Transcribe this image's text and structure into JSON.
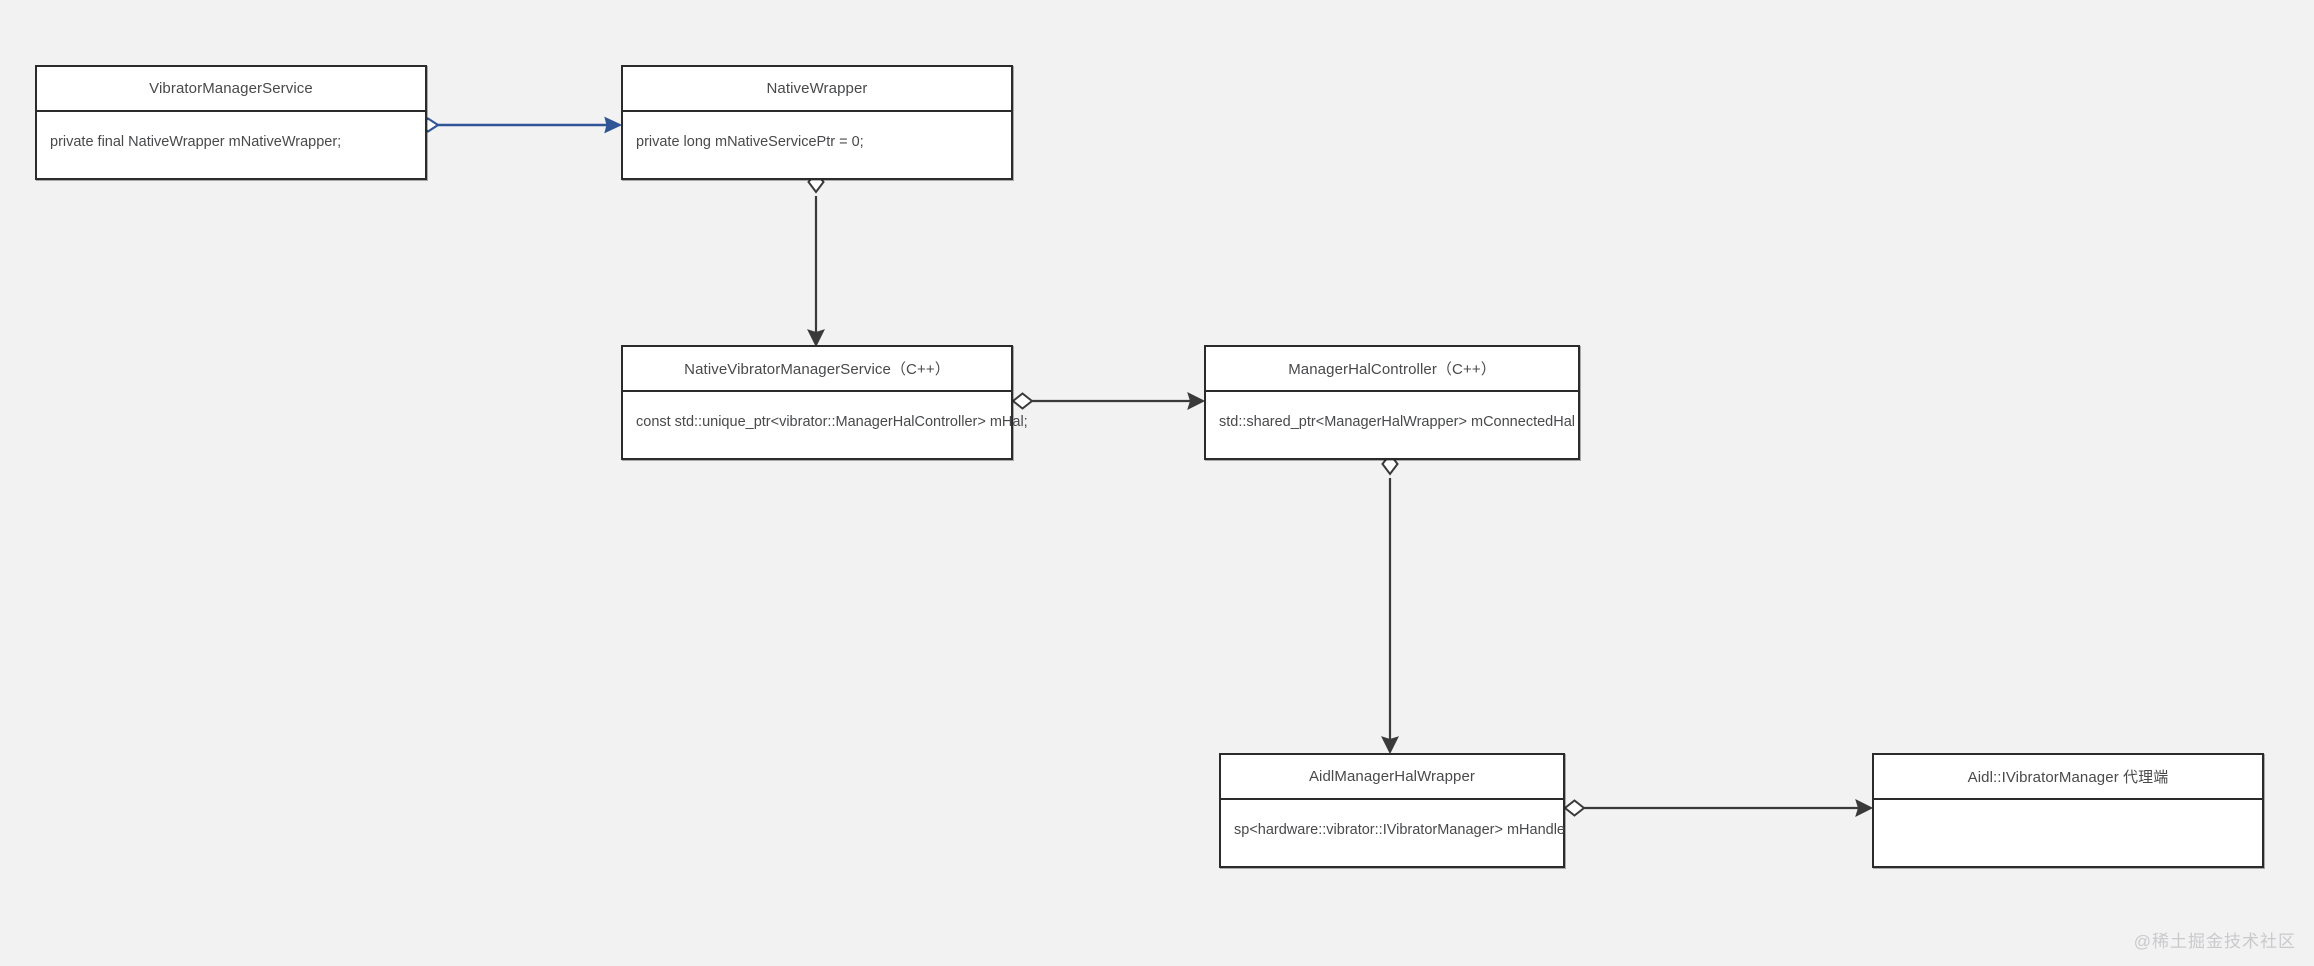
{
  "diagram": {
    "title": "Android Vibrator Manager class relationship diagram",
    "background_color": "#f2f2f3",
    "box_border_color": "#2b2b2b",
    "box_fill_color": "#ffffff",
    "text_color": "#48494b",
    "accent_edge_color": "#2f5597",
    "default_edge_color": "#3a3a3a"
  },
  "classes": [
    {
      "id": "vibrator-manager-service",
      "name": "VibratorManagerService",
      "attribute": "private final NativeWrapper mNativeWrapper;"
    },
    {
      "id": "native-wrapper",
      "name": "NativeWrapper",
      "attribute": "private long mNativeServicePtr = 0;"
    },
    {
      "id": "native-vibrator-manager-service",
      "name": "NativeVibratorManagerService（C++）",
      "attribute": "const std::unique_ptr<vibrator::ManagerHalController> mHal;"
    },
    {
      "id": "manager-hal-controller",
      "name": "ManagerHalController（C++）",
      "attribute": "std::shared_ptr<ManagerHalWrapper> mConnectedHal"
    },
    {
      "id": "aidl-manager-hal-wrapper",
      "name": "AidlManagerHalWrapper",
      "attribute": "sp<hardware::vibrator::IVibratorManager> mHandle"
    },
    {
      "id": "aidl-ivibratormanager-proxy",
      "name": "Aidl::IVibratorManager 代理端",
      "attribute": ""
    }
  ],
  "edges": [
    {
      "id": "edge-vms-to-nativewrapper",
      "from": "vibrator-manager-service",
      "to": "native-wrapper",
      "type": "aggregation",
      "color": "#2f5597",
      "label": ""
    },
    {
      "id": "edge-nativewrapper-to-nvms",
      "from": "native-wrapper",
      "to": "native-vibrator-manager-service",
      "type": "aggregation",
      "color": "#3a3a3a",
      "label": ""
    },
    {
      "id": "edge-nvms-to-mhc",
      "from": "native-vibrator-manager-service",
      "to": "manager-hal-controller",
      "type": "aggregation",
      "color": "#3a3a3a",
      "label": ""
    },
    {
      "id": "edge-mhc-to-aidlwrapper",
      "from": "manager-hal-controller",
      "to": "aidl-manager-hal-wrapper",
      "type": "aggregation",
      "color": "#3a3a3a",
      "label": ""
    },
    {
      "id": "edge-aidlwrapper-to-proxy",
      "from": "aidl-manager-hal-wrapper",
      "to": "aidl-ivibratormanager-proxy",
      "type": "aggregation",
      "color": "#3a3a3a",
      "label": ""
    }
  ],
  "watermark": {
    "text": "@稀土掘金技术社区"
  }
}
